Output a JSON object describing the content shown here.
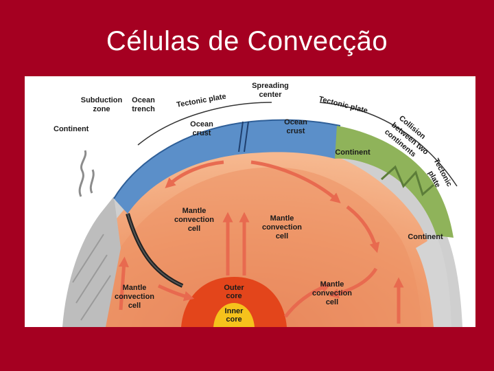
{
  "slide": {
    "title": "Células de Convecção"
  },
  "diagram": {
    "labels": {
      "subduction_zone_1": "Subduction",
      "subduction_zone_2": "zone",
      "ocean_trench_1": "Ocean",
      "ocean_trench_2": "trench",
      "continent_left": "Continent",
      "tectonic_plate_left": "Tectonic plate",
      "spreading_center_1": "Spreading",
      "spreading_center_2": "center",
      "tectonic_plate_right": "Tectonic plate",
      "collision_1": "Collision",
      "collision_2": "between two",
      "collision_3": "continents",
      "tectonic_plate_far_1": "Tectonic",
      "tectonic_plate_far_2": "plate",
      "ocean_crust_left_1": "Ocean",
      "ocean_crust_left_2": "crust",
      "ocean_crust_right_1": "Ocean",
      "ocean_crust_right_2": "crust",
      "continent_right": "Continent",
      "continent_far_right": "Continent",
      "mantle_cell_left_1": "Mantle",
      "mantle_cell_left_2": "convection",
      "mantle_cell_left_3": "cell",
      "mantle_cell_center_1": "Mantle",
      "mantle_cell_center_2": "convection",
      "mantle_cell_center_3": "cell",
      "mantle_cell_bottom_left_1": "Mantle",
      "mantle_cell_bottom_left_2": "convection",
      "mantle_cell_bottom_left_3": "cell",
      "mantle_cell_bottom_right_1": "Mantle",
      "mantle_cell_bottom_right_2": "convection",
      "mantle_cell_bottom_right_3": "cell",
      "outer_core_1": "Outer",
      "outer_core_2": "core",
      "inner_core_1": "Inner",
      "inner_core_2": "core"
    },
    "colors": {
      "background": "#a50021",
      "ocean_crust": "#5b8fc9",
      "continent": "#8fb35a",
      "mantle_outer": "#f2a978",
      "mantle_inner": "#ec8f63",
      "outer_core": "#e3451b",
      "inner_core": "#f6c21c",
      "arrow": "#e8684e",
      "lithosphere_gray": "#c9c9c9"
    }
  }
}
